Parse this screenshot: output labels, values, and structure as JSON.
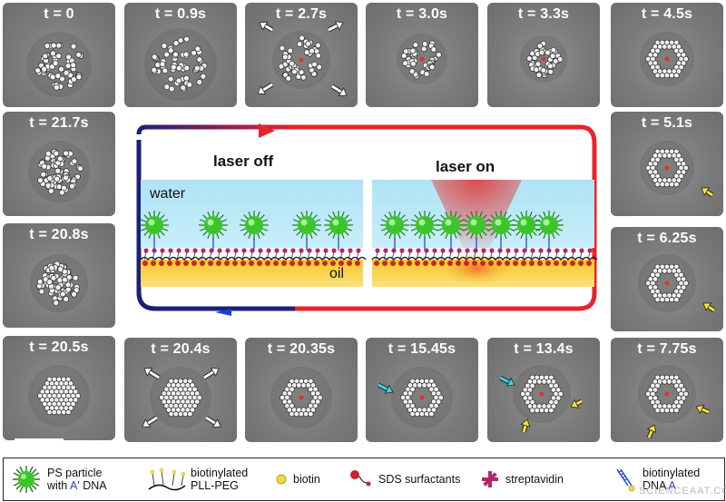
{
  "frames": [
    {
      "label": "t = 0"
    },
    {
      "label": "t = 0.9s"
    },
    {
      "label": "t = 2.7s"
    },
    {
      "label": "t = 3.0s"
    },
    {
      "label": "t = 3.3s"
    },
    {
      "label": "t = 4.5s"
    },
    {
      "label": "t = 21.7s"
    },
    {
      "label": "t = 5.1s"
    },
    {
      "label": "t = 20.8s"
    },
    {
      "label": "t = 6.25s"
    },
    {
      "label": "t = 20.5s"
    },
    {
      "label": "t = 20.4s"
    },
    {
      "label": "t = 20.35s"
    },
    {
      "label": "t = 15.45s"
    },
    {
      "label": "t = 13.4s"
    },
    {
      "label": "t = 7.75s"
    }
  ],
  "center": {
    "laser_off": "laser off",
    "laser_on": "laser on",
    "water": "water",
    "oil": "oil"
  },
  "legend": {
    "ps_particle_line1": "PS particle",
    "ps_particle_line2a": "with ",
    "ps_particle_line2b": "A' ",
    "ps_particle_line2c": "DNA",
    "pll_peg_line1": "biotinylated",
    "pll_peg_line2": "PLL-PEG",
    "biotin": "biotin",
    "sds": "SDS surfactants",
    "streptavidin": "streptavidin",
    "dna_line1": "biotinylated",
    "dna_line2a": "DNA ",
    "dna_line2b": "A"
  },
  "watermark": "SCIENCEAAT.COM",
  "colors": {
    "arrow_white": "#ffffff",
    "arrow_yellow": "#f3e33a",
    "arrow_cyan": "#3fd0e0",
    "loop_red": "#e8232a",
    "loop_blue": "#1c1f7a"
  }
}
